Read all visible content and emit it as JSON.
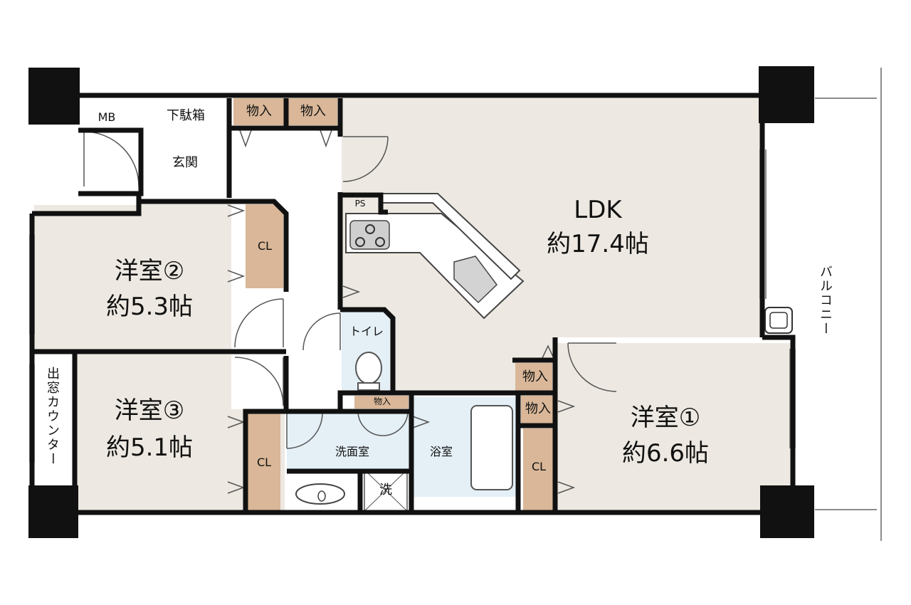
{
  "labels": {
    "mb": "MB",
    "shoe_box": "下駄箱",
    "storage_entry_1": "物入",
    "storage_entry_2": "物入",
    "entrance": "玄関",
    "ldk_name": "LDK",
    "ldk_size": "約17.4帖",
    "ps": "PS",
    "room2_name": "洋室②",
    "room2_size": "約5.3帖",
    "cl_room2": "CL",
    "toilet": "トイレ",
    "storage_mid": "物入",
    "storage_small": "物入",
    "storage_right": "物入",
    "room3_name": "洋室③",
    "room3_size": "約5.1帖",
    "cl_room3": "CL",
    "washroom": "洗面室",
    "washer": "洗",
    "bathroom": "浴室",
    "cl_room1": "CL",
    "room1_name": "洋室①",
    "room1_size": "約6.6帖",
    "bay_counter": "出窓カウンター",
    "balcony": "バルコニー"
  },
  "colors": {
    "room_floor": "#ede9e2",
    "storage": "#d9b798",
    "wet_area": "#e4eff6",
    "wall": "#111111",
    "corridor": "#ffffff"
  }
}
